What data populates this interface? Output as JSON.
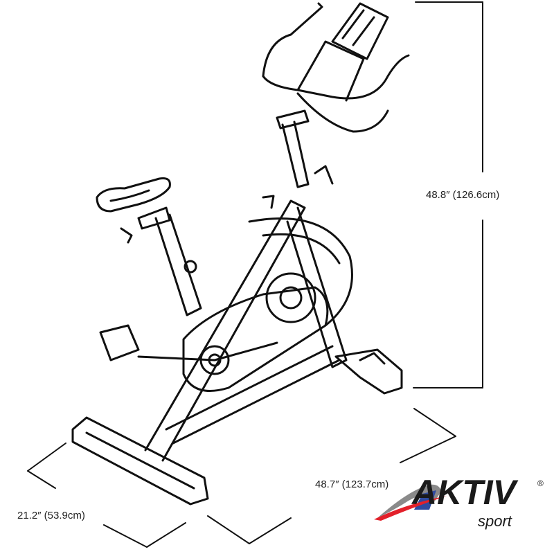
{
  "dimensions": {
    "height": "48.8″ (126.6cm)",
    "length": "48.7″ (123.7cm)",
    "width": "21.2″ (53.9cm)"
  },
  "logo": {
    "brand": "AKTIV",
    "sub": "sport",
    "registered": "®",
    "colors": {
      "red": "#e3202a",
      "blue": "#2f4aa0",
      "gray": "#8a8a8a",
      "black": "#1a1a1a"
    }
  }
}
